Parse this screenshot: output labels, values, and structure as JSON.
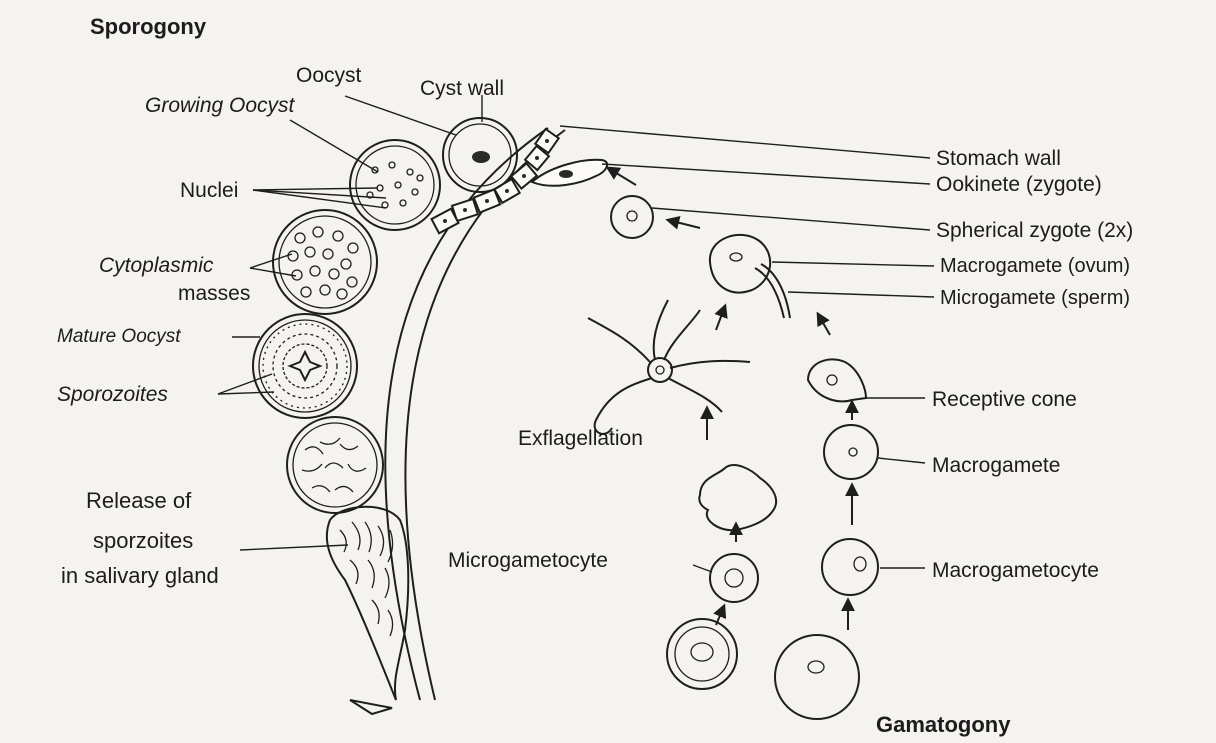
{
  "headings": {
    "sporogony": "Sporogony",
    "gamatogony": "Gamatogony"
  },
  "labels": {
    "oocyst": "Oocyst",
    "cyst_wall": "Cyst wall",
    "growing_oocyst": "Growing Oocyst",
    "nuclei": "Nuclei",
    "cytoplasmic_masses_1": "Cytoplasmic",
    "cytoplasmic_masses_2": "masses",
    "mature_oocyst": "Mature Oocyst",
    "sporozoites": "Sporozoites",
    "release_1": "Release of",
    "release_2": "sporzoites",
    "release_3": "in salivary gland",
    "stomach_wall": "Stomach wall",
    "ookinete": "Ookinete (zygote)",
    "spherical_zygote": "Spherical zygote (2x)",
    "macrogamete_ovum": "Macrogamete (ovum)",
    "microgamete_sperm": "Microgamete (sperm)",
    "exflagellation": "Exflagellation",
    "receptive_cone": "Receptive cone",
    "macrogamete": "Macrogamete",
    "microgametocyte": "Microgametocyte",
    "macrogametocyte": "Macrogametocyte"
  }
}
